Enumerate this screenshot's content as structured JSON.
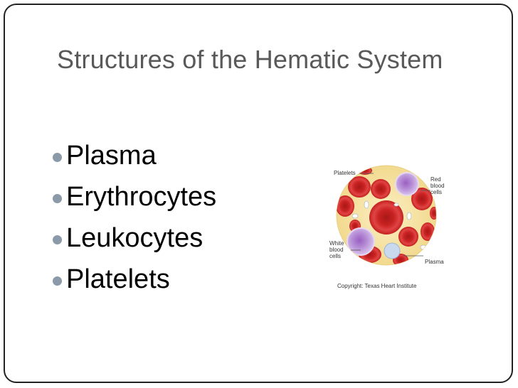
{
  "slide": {
    "title": "Structures of the Hematic System",
    "bullets": [
      {
        "label": "Plasma"
      },
      {
        "label": "Erythrocytes"
      },
      {
        "label": "Leukocytes"
      },
      {
        "label": "Platelets"
      }
    ]
  },
  "figure": {
    "labels": {
      "platelets": "Platelets",
      "red_line1": "Red",
      "red_line2": "blood",
      "red_line3": "cells",
      "white_line1": "White",
      "white_line2": "blood",
      "white_line3": "cells",
      "plasma": "Plasma"
    },
    "copyright": "Copyright: Texas Heart Institute"
  },
  "colors": {
    "title": "#595959",
    "bullet_dot": "#8b9aa8",
    "plasma": "#f7e3a6",
    "red_cell": "#d42a2a",
    "white_cell": "#b38ad1"
  }
}
